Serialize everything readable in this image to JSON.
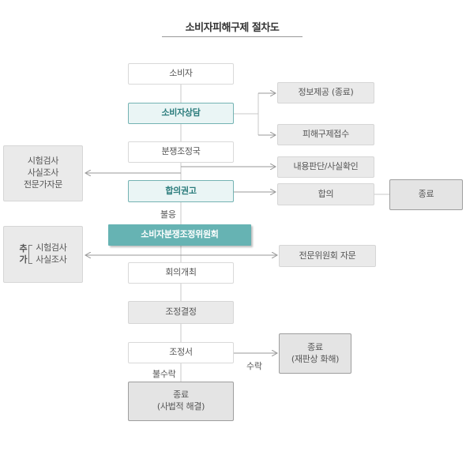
{
  "title": "소비자피해구제 절차도",
  "nodes": {
    "consumer": "소비자",
    "consult": "소비자상담",
    "info": "정보제공 (종료)",
    "relief": "피해구제접수",
    "dispute_bureau": "분쟁조정국",
    "content_check": "내용판단/사실확인",
    "inspection_left": [
      "시험검사",
      "사실조사",
      "전문가자문"
    ],
    "agreement_advice": "합의권고",
    "agreement": "합의",
    "end_right": "종료",
    "not_accepted_label": "불응",
    "committee": "소비자분쟁조정위원회",
    "add_label": [
      "추",
      "가"
    ],
    "add_items": [
      "시험검사",
      "사실조사"
    ],
    "expert_advice": "전문위원회 자문",
    "meeting": "회의개최",
    "decision": "조정결정",
    "mediation_doc": "조정서",
    "end_trial": [
      "종료",
      "(재판상 화해)"
    ],
    "accept_label": "수락",
    "reject_label": "불수락",
    "end_judicial": [
      "종료",
      "(사법적 해결)"
    ]
  }
}
